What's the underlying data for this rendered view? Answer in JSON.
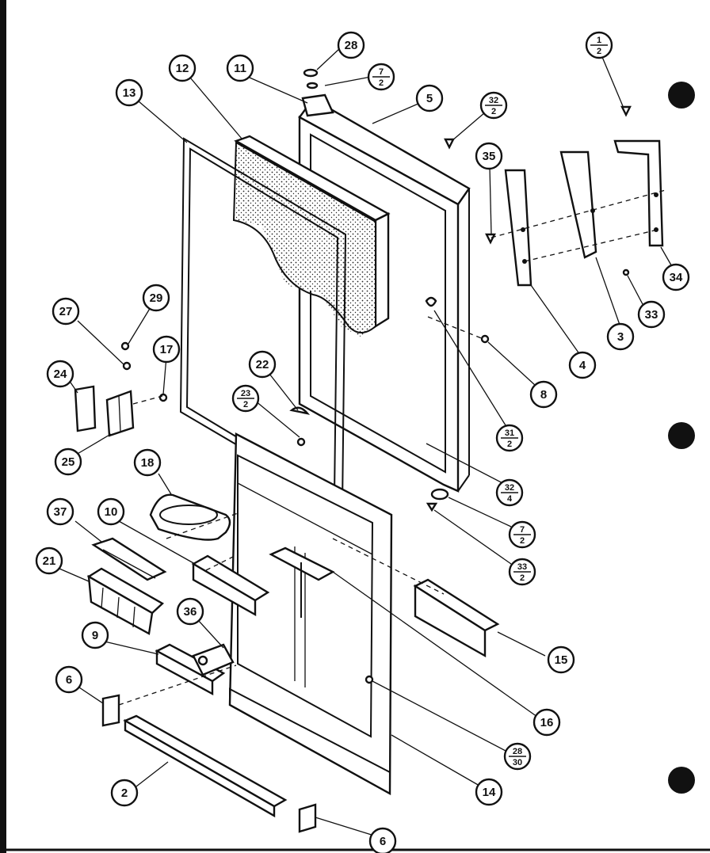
{
  "diagram": {
    "part_labels": [
      {
        "id": "l28",
        "text": "28"
      },
      {
        "id": "l1_2_top",
        "num": "1",
        "den": "2"
      },
      {
        "id": "l7_2_top",
        "num": "7",
        "den": "2"
      },
      {
        "id": "l11",
        "text": "11"
      },
      {
        "id": "l12",
        "text": "12"
      },
      {
        "id": "l13",
        "text": "13"
      },
      {
        "id": "l5",
        "text": "5"
      },
      {
        "id": "l32_2_top",
        "num": "32",
        "den": "2"
      },
      {
        "id": "l35",
        "text": "35"
      },
      {
        "id": "l34",
        "text": "34"
      },
      {
        "id": "l33_r",
        "text": "33"
      },
      {
        "id": "l3",
        "text": "3"
      },
      {
        "id": "l4",
        "text": "4"
      },
      {
        "id": "l8",
        "text": "8"
      },
      {
        "id": "l31_2",
        "num": "31",
        "den": "2"
      },
      {
        "id": "l32_4",
        "num": "32",
        "den": "4"
      },
      {
        "id": "l7_2_low",
        "num": "7",
        "den": "2"
      },
      {
        "id": "l33_2",
        "num": "33",
        "den": "2"
      },
      {
        "id": "l29",
        "text": "29"
      },
      {
        "id": "l27",
        "text": "27"
      },
      {
        "id": "l17",
        "text": "17"
      },
      {
        "id": "l24",
        "text": "24"
      },
      {
        "id": "l25",
        "text": "25"
      },
      {
        "id": "l22",
        "text": "22"
      },
      {
        "id": "l23_2",
        "num": "23",
        "den": "2"
      },
      {
        "id": "l18",
        "text": "18"
      },
      {
        "id": "l37",
        "text": "37"
      },
      {
        "id": "l10",
        "text": "10"
      },
      {
        "id": "l21",
        "text": "21"
      },
      {
        "id": "l36",
        "text": "36"
      },
      {
        "id": "l9",
        "text": "9"
      },
      {
        "id": "l6_left",
        "text": "6"
      },
      {
        "id": "l15",
        "text": "15"
      },
      {
        "id": "l16",
        "text": "16"
      },
      {
        "id": "l28_30",
        "num": "28",
        "den": "30"
      },
      {
        "id": "l14",
        "text": "14"
      },
      {
        "id": "l2",
        "text": "2"
      },
      {
        "id": "l6_bottom",
        "text": "6"
      }
    ]
  }
}
